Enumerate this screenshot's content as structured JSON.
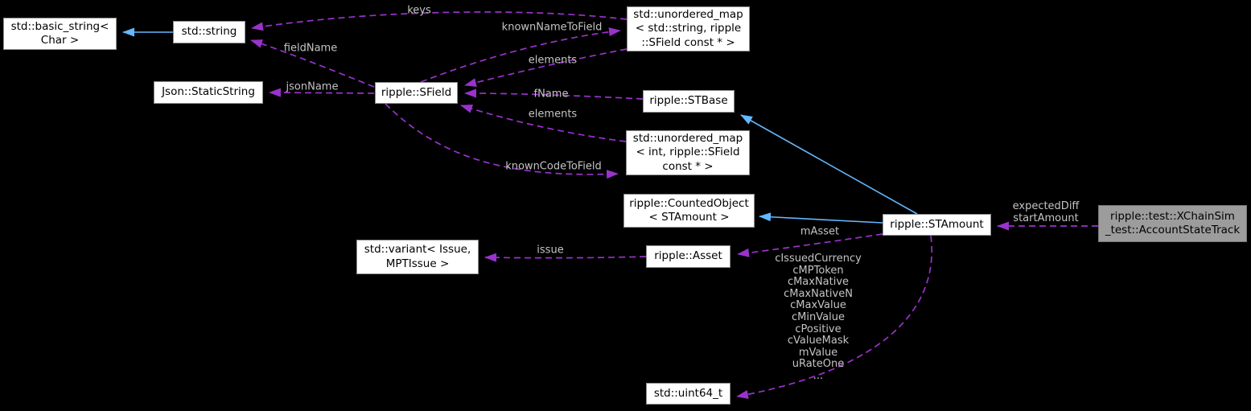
{
  "diagram": {
    "title": "Collaboration graph for ripple::test::XChainSim_test::AccountStateTrack",
    "colors": {
      "background": "#000000",
      "inheritance_edge_blue": "#63b8ff",
      "usage_edge_purple": "#9a32cd",
      "node_fill": "#ffffff",
      "node_border": "#8f8f8f",
      "node_text": "#000000",
      "highlight_node_fill": "#9c9c9c",
      "edge_label_text": "#c4c4c4"
    }
  },
  "nodes": {
    "basic_string": {
      "label": "std::basic_string<\nChar >"
    },
    "string": {
      "label": "std::string"
    },
    "static_string": {
      "label": "Json::StaticString"
    },
    "sfield": {
      "label": "ripple::SField"
    },
    "map_string": {
      "label": "std::unordered_map\n< std::string, ripple\n::SField const * >"
    },
    "stbase": {
      "label": "ripple::STBase"
    },
    "map_int": {
      "label": "std::unordered_map\n< int, ripple::SField\nconst * >"
    },
    "counted_object": {
      "label": "ripple::CountedObject\n< STAmount >"
    },
    "variant": {
      "label": "std::variant< Issue,\nMPTIssue >"
    },
    "asset": {
      "label": "ripple::Asset"
    },
    "stamount": {
      "label": "ripple::STAmount"
    },
    "account_state_track": {
      "label": "ripple::test::XChainSim\n_test::AccountStateTrack"
    },
    "uint64": {
      "label": "std::uint64_t"
    }
  },
  "edge_labels": {
    "keys": "keys",
    "known_name_to_field": "knownNameToField",
    "field_name": "fieldName",
    "elements_top": "elements",
    "json_name": "jsonName",
    "f_name": "fName",
    "elements_mid": "elements",
    "known_code_to_field": "knownCodeToField",
    "expected_diff": "expectedDiff\nstartAmount",
    "m_asset": "mAsset",
    "issue": "issue",
    "stamount_members": "cIssuedCurrency\ncMPToken\ncMaxNative\ncMaxNativeN\ncMaxValue\ncMinValue\ncPositive\ncValueMask\nmValue\nuRateOne\n..."
  }
}
